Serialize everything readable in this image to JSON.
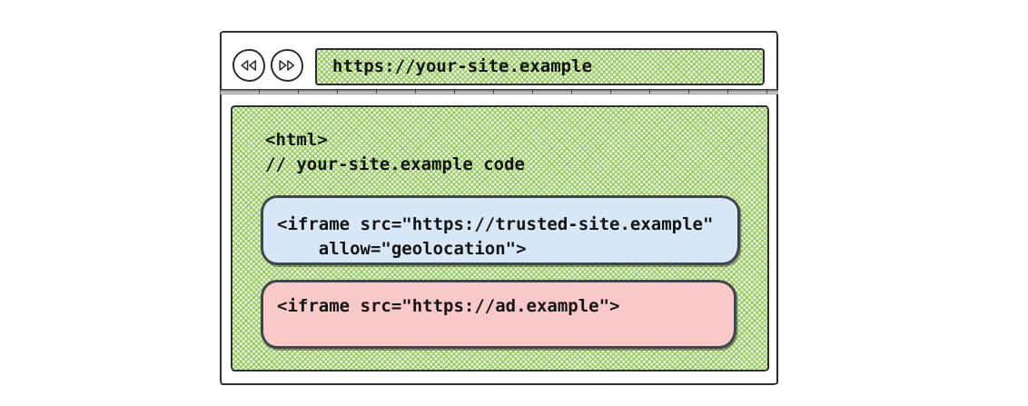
{
  "window": {
    "toolbar": {
      "back_icon": "double-triangle-left",
      "forward_icon": "double-triangle-right",
      "address": "https://your-site.example"
    },
    "page": {
      "code": {
        "line1": "<html>",
        "line2": "// your-site.example code"
      },
      "trusted_iframe": {
        "line1": "<iframe src=\"https://trusted-site.example\"",
        "line2": "    allow=\"geolocation\">",
        "fill_color": "#d8e7f6"
      },
      "ad_iframe": {
        "line1": "<iframe src=\"https://ad.example\">",
        "fill_color": "#f9c8c8"
      }
    },
    "colors": {
      "hatch_green": "#8dc855",
      "outline": "#2e2e2e",
      "iframe_border": "#40454c"
    }
  }
}
